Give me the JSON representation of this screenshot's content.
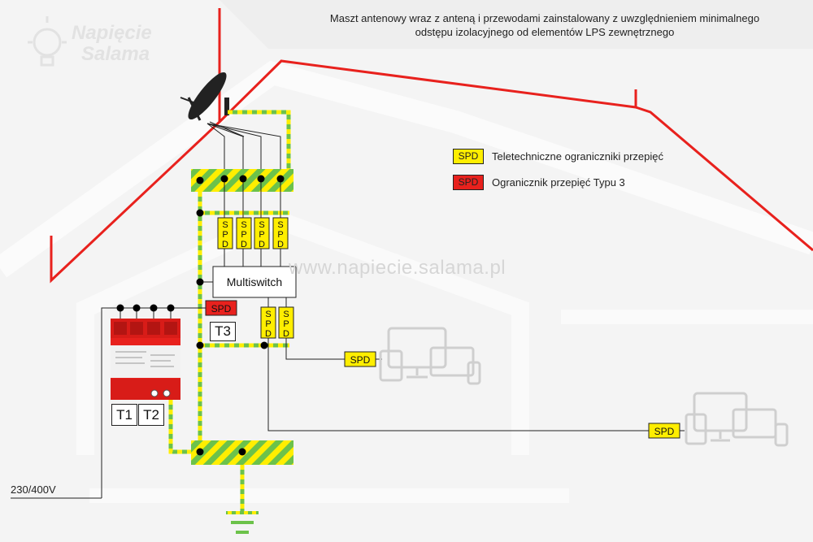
{
  "caption": "Maszt antenowy wraz z anteną i przewodami zainstalowany z uwzględnieniem minimalnego odstępu izolacyjnego od elementów LPS zewnętrznego",
  "legend": [
    {
      "swatch_label": "SPD",
      "swatch_color": "#ffee00",
      "text": "Teletechniczne ograniczniki przepięć"
    },
    {
      "swatch_label": "SPD",
      "swatch_color": "#e8211d",
      "text": "Ogranicznik przepięć Typu 3"
    }
  ],
  "logo": {
    "line1": "Napięcie",
    "line2": "Salama"
  },
  "watermark_url": "www.napiecie.salama.pl",
  "multiswitch_label": "Multiswitch",
  "spd_label": "SPD",
  "spd_vertical_letters": [
    "S",
    "P",
    "D"
  ],
  "labels": {
    "t1": "T1",
    "t2": "T2",
    "t3": "T3"
  },
  "voltage_label": "230/400V",
  "colors": {
    "lps": "#e8211d",
    "pe_green": "#6cc24a",
    "pe_yellow": "#ffee00",
    "spd_yellow": "#ffee00",
    "spd_red": "#e8211d"
  }
}
